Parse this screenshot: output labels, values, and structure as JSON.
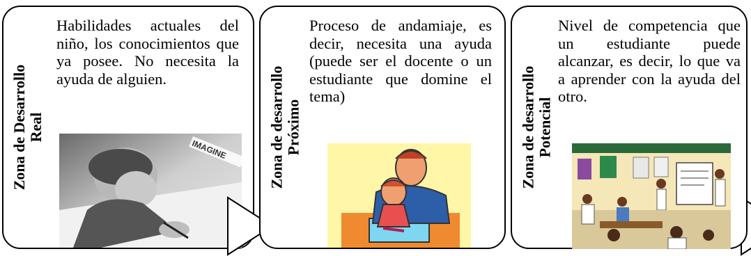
{
  "panels": [
    {
      "label_line1": "Zona de Desarrollo",
      "label_line2": "Real",
      "text": "Habilidades actuales del niño, los conocimientos que ya posee. No necesita la ayuda de alguien.",
      "image_watermark": "IMAGINE"
    },
    {
      "label_line1": "Zona de desarrollo",
      "label_line2": "Próximo",
      "text": "Proceso de andamiaje, es decir, necesita una ayuda (puede ser el docente o un estudiante que domine el tema)"
    },
    {
      "label_line1": "Zona de desarrollo",
      "label_line2": "Potencial",
      "text": "Nivel de competencia que un estudiante puede alcanzar, es decir, lo que va a aprender con la ayuda del otro."
    }
  ],
  "colors": {
    "border": "#000000",
    "background": "#ffffff"
  }
}
